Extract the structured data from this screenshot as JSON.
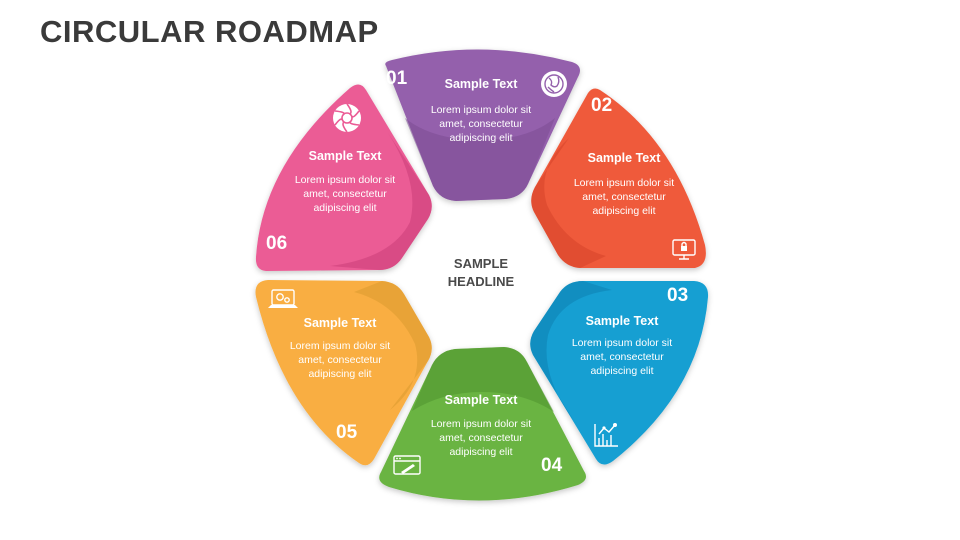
{
  "title": "CIRCULAR ROADMAP",
  "center": {
    "line1": "SAMPLE",
    "line2": "HEADLINE"
  },
  "segments": [
    {
      "number": "01",
      "heading": "Sample Text",
      "lines": [
        "Lorem ipsum dolor sit",
        "amet, consectetur",
        "adipiscing elit"
      ],
      "color": "#9461AC",
      "shade": "#7B4C93",
      "icon": "globe-icon"
    },
    {
      "number": "02",
      "heading": "Sample Text",
      "lines": [
        "Lorem ipsum dolor sit",
        "amet, consectetur",
        "adipiscing elit"
      ],
      "color": "#EF5A3A",
      "shade": "#D6432A",
      "icon": "computer-lock-icon"
    },
    {
      "number": "03",
      "heading": "Sample Text",
      "lines": [
        "Lorem ipsum dolor sit",
        "amet, consectetur",
        "adipiscing elit"
      ],
      "color": "#149FD2",
      "shade": "#0E7FB1",
      "icon": "chart-icon"
    },
    {
      "number": "04",
      "heading": "Sample Text",
      "lines": [
        "Lorem ipsum dolor sit",
        "amet, consectetur",
        "adipiscing elit"
      ],
      "color": "#6BB443",
      "shade": "#4E9330",
      "icon": "browser-edit-icon"
    },
    {
      "number": "05",
      "heading": "Sample Text",
      "lines": [
        "Lorem ipsum dolor sit",
        "amet, consectetur",
        "adipiscing elit"
      ],
      "color": "#F9AE42",
      "shade": "#DB9A2F",
      "icon": "laptop-gears-icon"
    },
    {
      "number": "06",
      "heading": "Sample Text",
      "lines": [
        "Lorem ipsum dolor sit",
        "amet, consectetur",
        "adipiscing elit"
      ],
      "color": "#EB5B95",
      "shade": "#CB3E78",
      "icon": "aperture-icon"
    }
  ]
}
